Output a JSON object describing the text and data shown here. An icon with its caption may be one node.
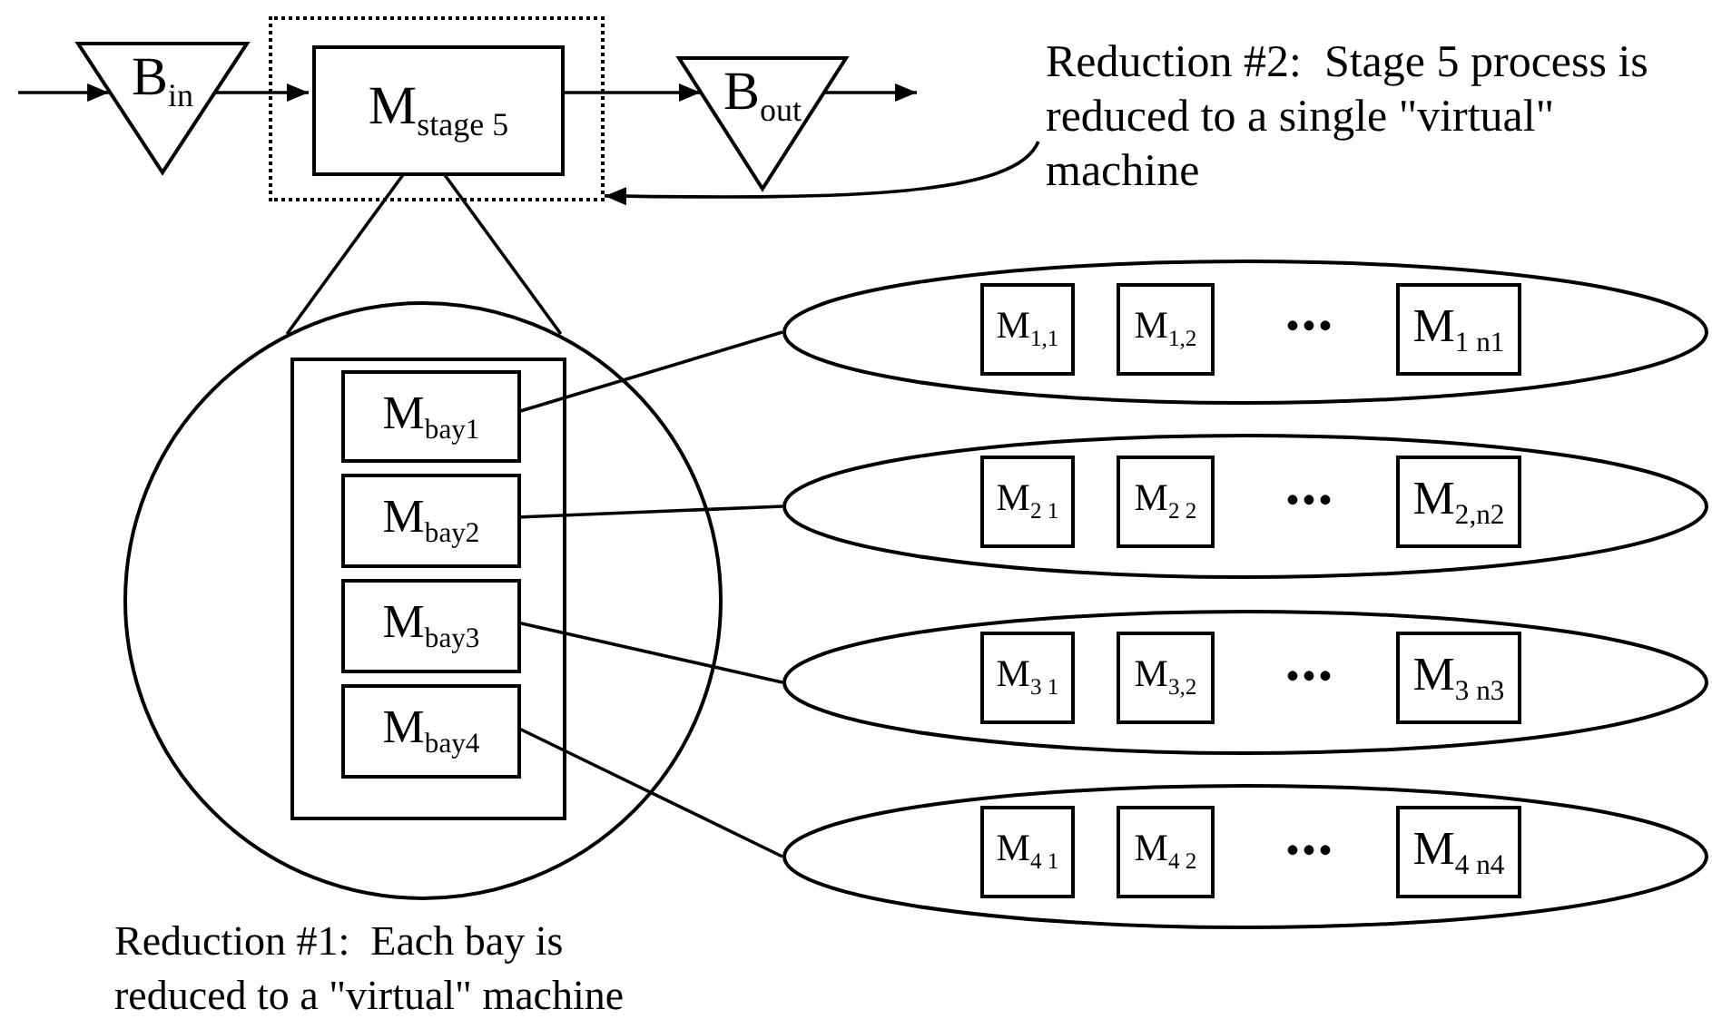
{
  "diagram": {
    "nodes": [
      {
        "text": [
          "B$_{in}$"
        ]
      },
      {
        "text": [],
        "shape": "box"
      },
      {
        "text": [
          "M$_{stage 5}$"
        ],
        "in": 1
      },
      {
        "text": [
          "B$_{out}$"
        ]
      },
      {
        "text": [
          "Reduction #2:  Stage 5 process is reduced to a single \"virtual\" machine"
        ]
      },
      {
        "text": [],
        "shape": "circle"
      },
      {
        "text": [],
        "shape": "box",
        "in": 5
      },
      {
        "text": [
          "M$_{bay1}$"
        ],
        "in": 6
      },
      {
        "text": [
          "M$_{bay2}$"
        ],
        "in": 6
      },
      {
        "text": [
          "M$_{bay3}$"
        ],
        "in": 6
      },
      {
        "text": [
          "M$_{bay4}$"
        ],
        "in": 6
      },
      {
        "text": [
          "•••"
        ]
      },
      {
        "text": [
          "M$_{1,1}$"
        ],
        "in": 11
      },
      {
        "text": [
          "M$_{1,2}$"
        ],
        "in": 11
      },
      {
        "text": [
          "M$_{1 n1}$"
        ],
        "in": 11
      },
      {
        "text": [
          "•••"
        ]
      },
      {
        "text": [
          "M$_{2 1}$"
        ],
        "in": 15
      },
      {
        "text": [
          "M$_{2 2}$"
        ],
        "in": 15
      },
      {
        "text": [
          "M$_{2,n2}$"
        ],
        "in": 15
      },
      {
        "text": [
          "•••"
        ]
      },
      {
        "text": [
          "M$_{3 1}$"
        ],
        "in": 19
      },
      {
        "text": [
          "M$_{3,2}$"
        ],
        "in": 19
      },
      {
        "text": [
          "M$_{3 n3}$"
        ],
        "in": 19
      },
      {
        "text": [
          "•••"
        ]
      },
      {
        "text": [
          "M$_{4 1}$"
        ],
        "in": 23
      },
      {
        "text": [
          "M$_{4 2}$"
        ],
        "in": 23
      },
      {
        "text": [
          "M$_{4 n4}$"
        ],
        "in": 23
      }
    ],
    "edges": [
      {
        "from": null,
        "to": 0,
        "arrow": "to"
      },
      {
        "from": 0,
        "to": 2,
        "arrow": "to"
      },
      {
        "from": 2,
        "to": 3,
        "arrow": "to"
      },
      {
        "from": 3,
        "to": null,
        "arrow": "to"
      },
      {
        "from": 4,
        "to": 1,
        "arrow": "to"
      },
      {
        "from": 2,
        "to": 5,
        "arrow": "none"
      },
      {
        "from": 2,
        "to": 5,
        "arrow": "none"
      },
      {
        "from": 7,
        "to": 11,
        "arrow": "none"
      },
      {
        "from": 8,
        "to": 15,
        "arrow": "none"
      },
      {
        "from": 9,
        "to": 19,
        "arrow": "none"
      },
      {
        "from": 10,
        "to": 23,
        "arrow": "none"
      }
    ],
    "labels": [
      "Reduction #1:  Each bay is reduced to a \"virtual\" machine"
    ]
  }
}
